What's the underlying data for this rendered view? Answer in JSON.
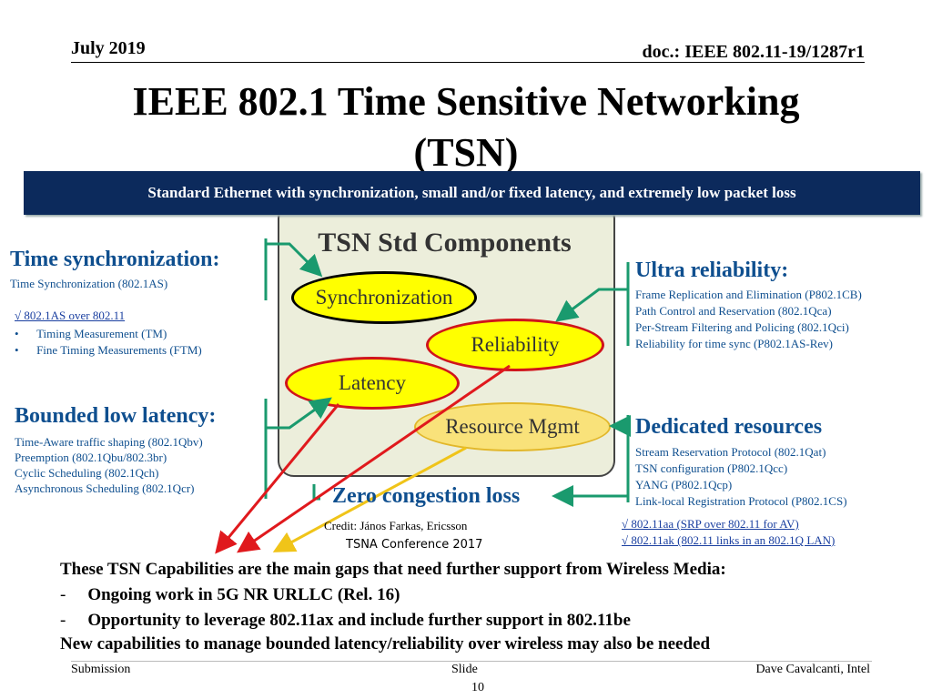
{
  "header": {
    "date": "July 2019",
    "doc": "doc.: IEEE 802.11-19/1287r1"
  },
  "title": {
    "line1": "IEEE 802.1 Time Sensitive Networking",
    "line2": "(TSN)"
  },
  "banner": "Standard Ethernet with synchronization, small and/or fixed latency, and extremely low packet loss",
  "center": {
    "title": "TSN Std Components",
    "ellipses": {
      "sync": "Synchronization",
      "reliability": "Reliability",
      "latency": "Latency",
      "resource": "Resource Mgmt"
    },
    "zero_congestion": "Zero congestion loss",
    "credit": "Credit: János Farkas, Ericsson",
    "conference": "TSNA Conference 2017"
  },
  "time_sync": {
    "heading": "Time synchronization:",
    "sub": "Time Synchronization (802.1AS)",
    "link": "√ 802.1AS over 802.11",
    "bullets": [
      "Timing Measurement (TM)",
      "Fine Timing Measurements (FTM)"
    ]
  },
  "bounded": {
    "heading": "Bounded low latency:",
    "items": [
      "Time-Aware traffic shaping (802.1Qbv)",
      "Preemption (802.1Qbu/802.3br)",
      "Cyclic Scheduling (802.1Qch)",
      "Asynchronous Scheduling (802.1Qcr)"
    ]
  },
  "ultra": {
    "heading": "Ultra reliability:",
    "items": [
      "Frame Replication and Elimination (P802.1CB)",
      "Path Control and Reservation (802.1Qca)",
      "Per-Stream Filtering and Policing (802.1Qci)",
      "Reliability for time sync (P802.1AS-Rev)"
    ]
  },
  "dedicated": {
    "heading": "Dedicated resources",
    "items": [
      "Stream Reservation Protocol (802.1Qat)",
      "TSN configuration (P802.1Qcc)",
      "YANG (P802.1Qcp)",
      "Link-local Registration Protocol (P802.1CS)"
    ],
    "links": [
      "√ 802.11aa (SRP over 802.11 for AV)",
      "√ 802.11ak (802.11 links in an 802.1Q LAN)"
    ]
  },
  "bottom": {
    "line1": "These TSN Capabilities are the main gaps that need further support from Wireless Media:",
    "dash": "-",
    "line2": "Ongoing work in 5G NR URLLC (Rel. 16)",
    "line3": "Opportunity to leverage 802.11ax and include further support in 802.11be",
    "line4": "New capabilities to manage bounded latency/reliability over wireless may also be needed"
  },
  "footer": {
    "left": "Submission",
    "center": "Slide",
    "page": "10",
    "right": "Dave Cavalcanti, Intel"
  },
  "colors": {
    "banner": "#0c2a5c",
    "panel": "#eceedb",
    "accent_blue": "#0f4f8f",
    "arrow_red": "#e0191d",
    "arrow_yellow": "#f0c419",
    "bracket_green": "#1a9a6e"
  }
}
